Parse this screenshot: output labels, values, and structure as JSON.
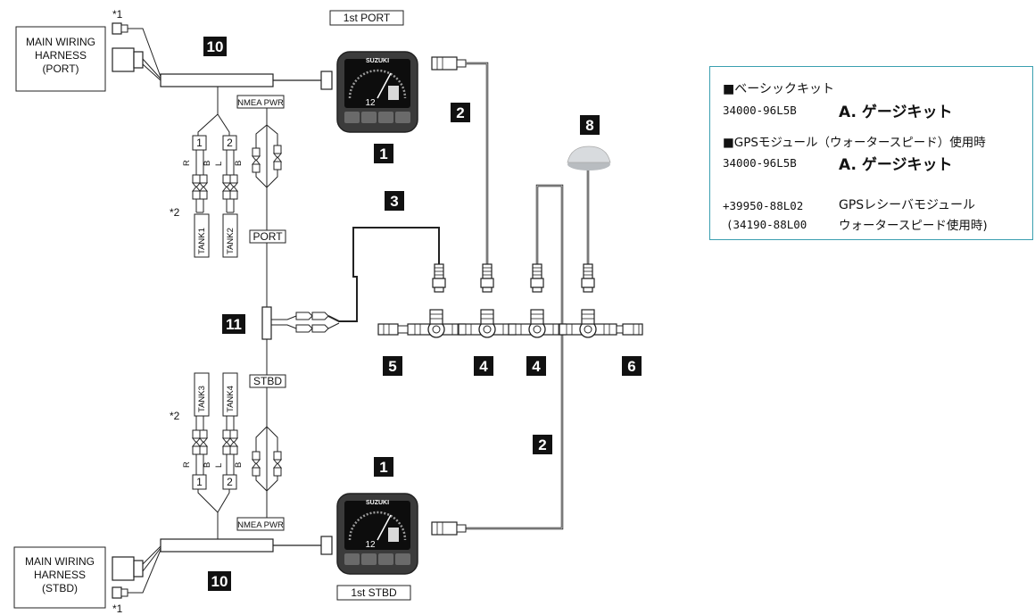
{
  "diagram": {
    "gauge_top_label": "1st PORT",
    "gauge_bottom_label": "1st STBD",
    "gauge_brand": "SUZUKI",
    "gauge_value": "12",
    "harness_port": [
      "MAIN WIRING",
      "HARNESS",
      "(PORT)"
    ],
    "harness_stbd": [
      "MAIN WIRING",
      "HARNESS",
      "(STBD)"
    ],
    "nmea_pwr": "NMEA PWR",
    "port": "PORT",
    "stbd": "STBD",
    "tank1": "TANK1",
    "tank2": "TANK2",
    "tank3": "TANK3",
    "tank4": "TANK4",
    "note1": "*1",
    "note2": "*2",
    "box1": "1",
    "box2": "2",
    "wire_r": "R",
    "wire_b": "B",
    "wire_l": "L",
    "badges": {
      "b10": "10",
      "b1": "1",
      "b2": "2",
      "b3": "3",
      "b4": "4",
      "b5": "5",
      "b6": "6",
      "b8": "8",
      "b11": "11"
    }
  },
  "kit_panel": {
    "basic_heading": "■ベーシックキット",
    "basic_code": "34000-96L5B",
    "basic_name": "A. ゲージキット",
    "gps_heading": "■GPSモジュール（ウォータースピード）使用時",
    "gps_code": "34000-96L5B",
    "gps_name": "A. ゲージキット",
    "gps_part_code1": "+39950-88L02",
    "gps_part_code2": "(34190-88L00",
    "gps_part_name1": "GPSレシーバモジュール",
    "gps_part_name2": "ウォータースピード使用時)"
  },
  "colors": {
    "accent_border": "#3a9fb0",
    "badge": "#111111",
    "line": "#222222"
  }
}
